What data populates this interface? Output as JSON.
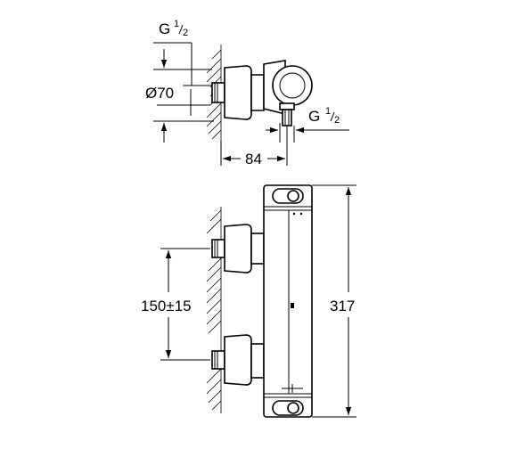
{
  "side_view": {
    "top_connection": {
      "letter": "G",
      "numerator": "1",
      "denominator": "2"
    },
    "diameter_label": "Ø70",
    "bottom_connection": {
      "letter": "G",
      "numerator": "1",
      "denominator": "2"
    },
    "depth_label": "84"
  },
  "front_view": {
    "spacing_label": "150±15",
    "height_label": "317"
  }
}
